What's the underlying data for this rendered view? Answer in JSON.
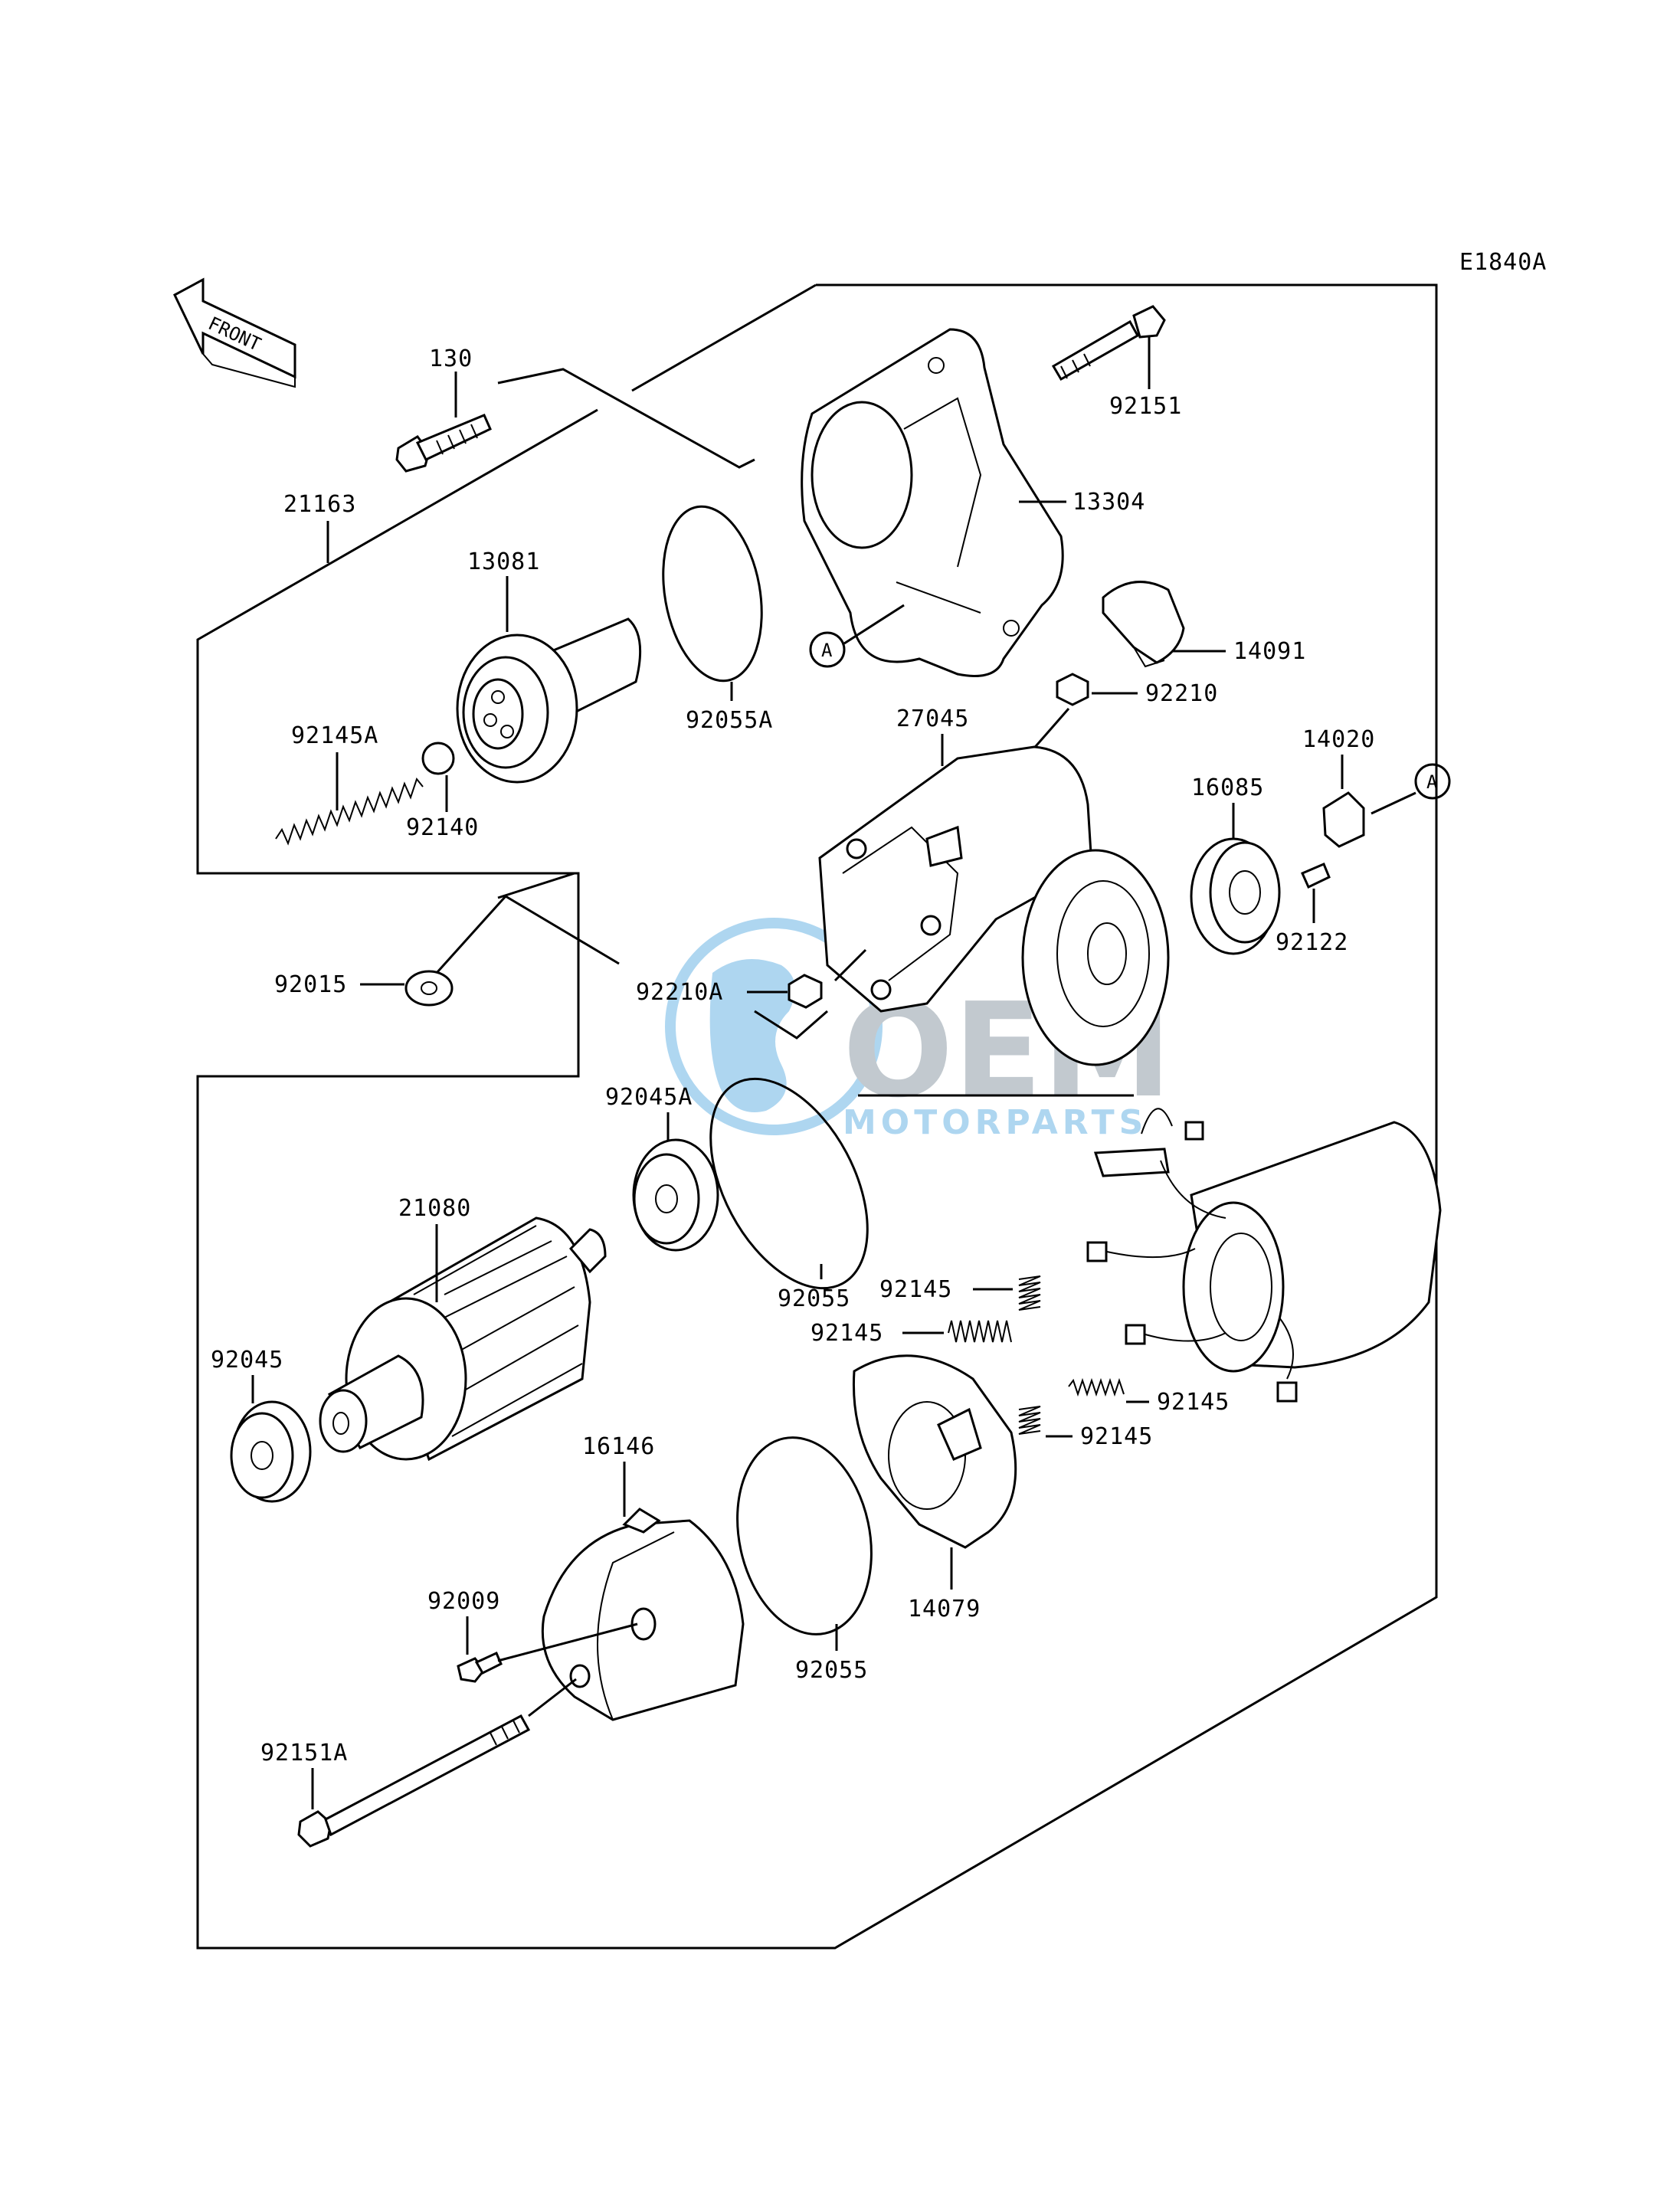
{
  "diagram_code": "E1840A",
  "front_label": "FRONT",
  "ref_marker": "A",
  "watermark": {
    "big": "OEM",
    "small": "MOTORPARTS",
    "color": "#4da6e0"
  },
  "parts": {
    "p130": "130",
    "p21163": "21163",
    "p13081": "13081",
    "p92145A": "92145A",
    "p92140": "92140",
    "p92055A": "92055A",
    "p92151": "92151",
    "p13304": "13304",
    "p14091": "14091",
    "p92210": "92210",
    "p27045": "27045",
    "p14020": "14020",
    "p16085": "16085",
    "p92122": "92122",
    "p92015": "92015",
    "p92210A": "92210A",
    "p92045A": "92045A",
    "p21080": "21080",
    "p92055a": "92055",
    "p92145a": "92145",
    "p92145b": "92145",
    "p92145c": "92145",
    "p92145d": "92145",
    "p92045": "92045",
    "p16146": "16146",
    "p92009": "92009",
    "p14079": "14079",
    "p92055b": "92055",
    "p92151A": "92151A"
  }
}
